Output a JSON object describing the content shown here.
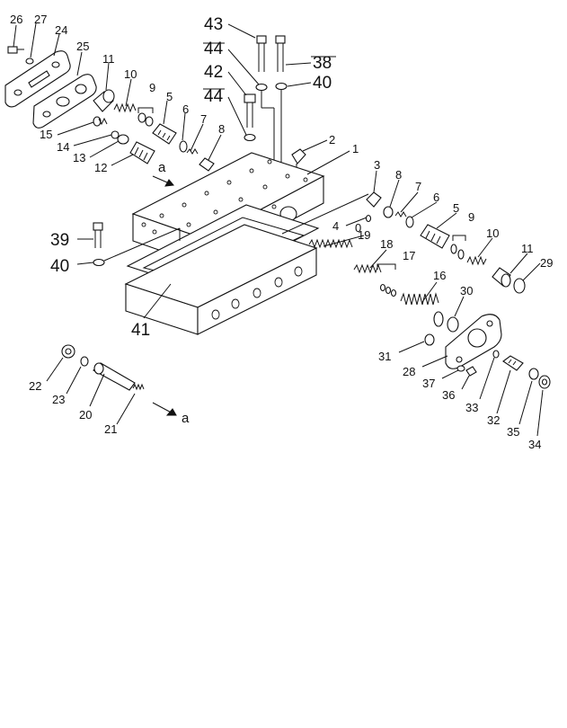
{
  "diagram": {
    "callouts": [
      {
        "id": "c26",
        "text": "26"
      },
      {
        "id": "c27",
        "text": "27"
      },
      {
        "id": "c24",
        "text": "24"
      },
      {
        "id": "c25",
        "text": "25"
      },
      {
        "id": "c11a",
        "text": "11"
      },
      {
        "id": "c10a",
        "text": "10"
      },
      {
        "id": "c9a",
        "text": "9"
      },
      {
        "id": "c5a",
        "text": "5"
      },
      {
        "id": "c6a",
        "text": "6"
      },
      {
        "id": "c7a",
        "text": "7"
      },
      {
        "id": "c8a",
        "text": "8"
      },
      {
        "id": "c15",
        "text": "15"
      },
      {
        "id": "c14",
        "text": "14"
      },
      {
        "id": "c13",
        "text": "13"
      },
      {
        "id": "c12",
        "text": "12"
      },
      {
        "id": "c2",
        "text": "2"
      },
      {
        "id": "c1",
        "text": "1"
      },
      {
        "id": "c3",
        "text": "3"
      },
      {
        "id": "c8b",
        "text": "8"
      },
      {
        "id": "c7b",
        "text": "7"
      },
      {
        "id": "c6b",
        "text": "6"
      },
      {
        "id": "c5b",
        "text": "5"
      },
      {
        "id": "c9b",
        "text": "9"
      },
      {
        "id": "c10b",
        "text": "10"
      },
      {
        "id": "c11b",
        "text": "11"
      },
      {
        "id": "c29",
        "text": "29"
      },
      {
        "id": "c4",
        "text": "4"
      },
      {
        "id": "c19",
        "text": "19"
      },
      {
        "id": "c18",
        "text": "18"
      },
      {
        "id": "c17",
        "text": "17"
      },
      {
        "id": "c16",
        "text": "16"
      },
      {
        "id": "c30",
        "text": "30"
      },
      {
        "id": "c31",
        "text": "31"
      },
      {
        "id": "c28",
        "text": "28"
      },
      {
        "id": "c37",
        "text": "37"
      },
      {
        "id": "c36",
        "text": "36"
      },
      {
        "id": "c33",
        "text": "33"
      },
      {
        "id": "c32",
        "text": "32"
      },
      {
        "id": "c35",
        "text": "35"
      },
      {
        "id": "c34",
        "text": "34"
      },
      {
        "id": "c22",
        "text": "22"
      },
      {
        "id": "c23",
        "text": "23"
      },
      {
        "id": "c20",
        "text": "20"
      },
      {
        "id": "c21",
        "text": "21"
      }
    ],
    "big_callouts": [
      {
        "id": "b43",
        "text": "43"
      },
      {
        "id": "b44a",
        "text": "44"
      },
      {
        "id": "b42",
        "text": "42"
      },
      {
        "id": "b44b",
        "text": "44"
      },
      {
        "id": "b38",
        "text": "38"
      },
      {
        "id": "b40a",
        "text": "40"
      },
      {
        "id": "b39",
        "text": "39"
      },
      {
        "id": "b40b",
        "text": "40"
      },
      {
        "id": "b41",
        "text": "41"
      }
    ],
    "markers": [
      {
        "id": "ma1",
        "text": "a"
      },
      {
        "id": "ma2",
        "text": "a"
      },
      {
        "id": "m4o",
        "text": "0"
      }
    ]
  }
}
